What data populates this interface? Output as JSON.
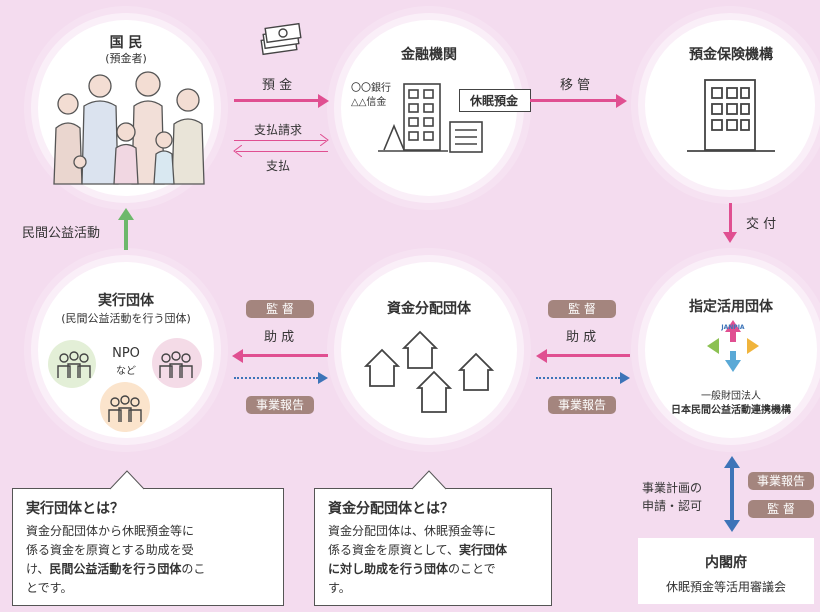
{
  "citizens": {
    "title": "国 民",
    "subtitle": "(預金者)"
  },
  "bank": {
    "title": "金融機関",
    "banks": [
      "〇〇銀行",
      "△△信金"
    ],
    "dormant_tag": "休眠預金"
  },
  "insurance": {
    "title": "預金保険機構"
  },
  "designated": {
    "title": "指定活用団体",
    "logo_text": "JANPIA",
    "org_line1": "一般財団法人",
    "org_line2": "日本民間公益活動連携機構"
  },
  "distribution": {
    "title": "資金分配団体"
  },
  "executing": {
    "title": "実行団体",
    "subtitle": "(民間公益活動を行う団体)",
    "npo": "NPO",
    "nado": "など"
  },
  "cabinet": {
    "title": "内閣府",
    "subtitle": "休眠預金等活用審議会"
  },
  "flows": {
    "deposit": "預 金",
    "payment_request": "支払請求",
    "payment": "支払",
    "transfer": "移 管",
    "grant": "交 付",
    "public_activity": "民間公益活動",
    "supervision": "監 督",
    "subsidy": "助 成",
    "report": "事業報告",
    "plan_line1": "事業計画の",
    "plan_line2": "申請・認可"
  },
  "box_executing": {
    "title": "実行団体とは？",
    "line1": "資金分配団体から休眠預金等に",
    "line2": "係る資金を原資とする助成を受",
    "line3_a": "け、",
    "line3_b": "民間公益活動を行う団体",
    "line3_c": "のこ",
    "line4": "とです。"
  },
  "box_distribution": {
    "title": "資金分配団体とは？",
    "line1": "資金分配団体は、休眠預金等に",
    "line2_a": "係る資金を原資として、",
    "line2_b": "実行団体",
    "line3_a": "に対し助成を行う団体",
    "line3_b": "のことで",
    "line4": "す。"
  }
}
